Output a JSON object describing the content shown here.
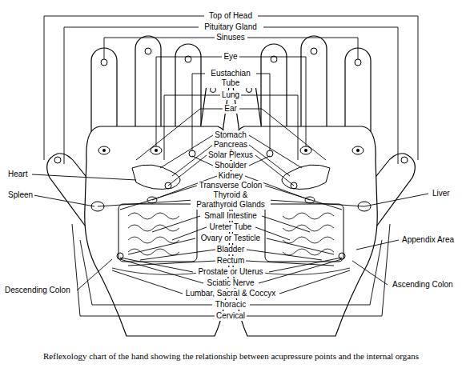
{
  "diagram": {
    "caption": "Reflexology chart of the hand showing the relationship between acupressure points and the internal organs",
    "labels": [
      "Top of Head",
      "Pituitary Gland",
      "Sinuses",
      "Eye",
      "Eustachian Tube",
      "Lung",
      "Ear",
      "Stomach",
      "Pancreas",
      "Heart",
      "Solar Plexus",
      "Shoulder",
      "Kidney",
      "Spleen",
      "Transverse Colon",
      "Liver",
      "Thyroid & Parathyroid Glands",
      "Small Intestine",
      "Ureter Tube",
      "Appendix Area",
      "Ovary or Testicle",
      "Bladder",
      "Rectum",
      "Prostate or Uterus",
      "Sciatic Nerve",
      "Descending Colon",
      "Ascending Colon",
      "Lumbar, Sacral & Coccyx",
      "Thoracic",
      "Cervical"
    ]
  }
}
